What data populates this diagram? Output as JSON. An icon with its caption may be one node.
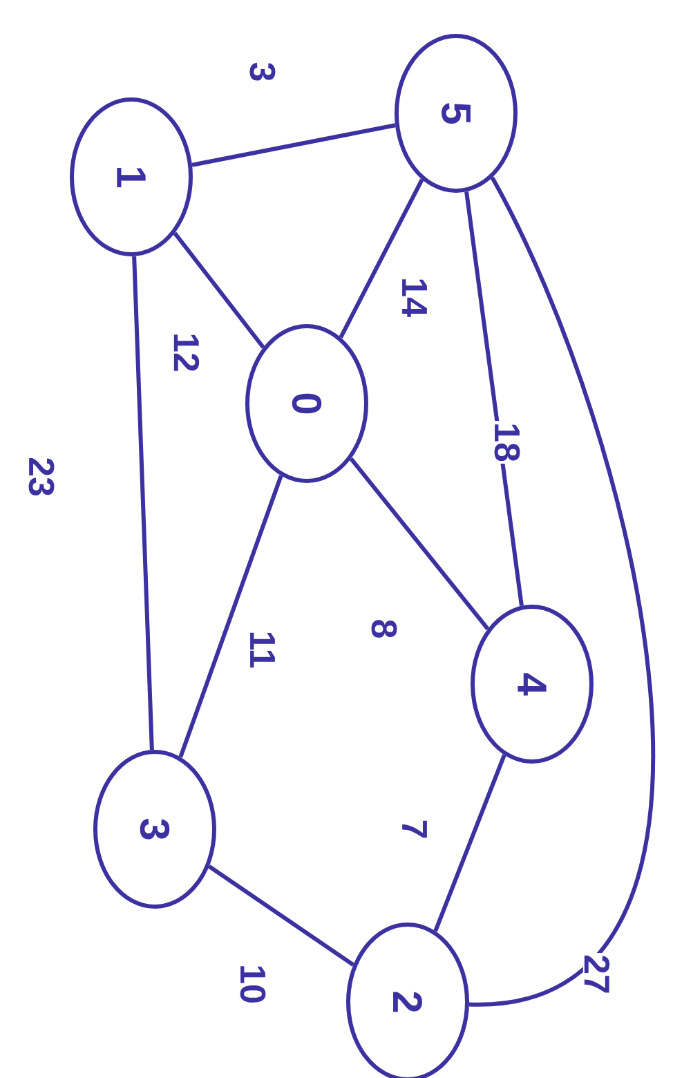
{
  "diagram": {
    "nodes": [
      {
        "text": [
          "1"
        ]
      },
      {
        "text": [
          "5"
        ]
      },
      {
        "text": [
          "0"
        ]
      },
      {
        "text": [
          "4"
        ]
      },
      {
        "text": [
          "3"
        ]
      },
      {
        "text": [
          "2"
        ]
      }
    ],
    "edges": [
      {
        "from": 0,
        "to": 1,
        "arrow": "none",
        "label": "3"
      },
      {
        "from": 0,
        "to": 2,
        "arrow": "none",
        "label": "12"
      },
      {
        "from": 0,
        "to": 4,
        "arrow": "none",
        "label": "23"
      },
      {
        "from": 1,
        "to": 2,
        "arrow": "none",
        "label": "14"
      },
      {
        "from": 1,
        "to": 3,
        "arrow": "none",
        "label": "18"
      },
      {
        "from": 1,
        "to": 5,
        "arrow": "none",
        "label": "27"
      },
      {
        "from": 2,
        "to": 4,
        "arrow": "none",
        "label": "11"
      },
      {
        "from": 2,
        "to": 3,
        "arrow": "none",
        "label": "8"
      },
      {
        "from": 3,
        "to": 5,
        "arrow": "none",
        "label": "7"
      },
      {
        "from": 4,
        "to": 5,
        "arrow": "none",
        "label": "10"
      }
    ]
  }
}
